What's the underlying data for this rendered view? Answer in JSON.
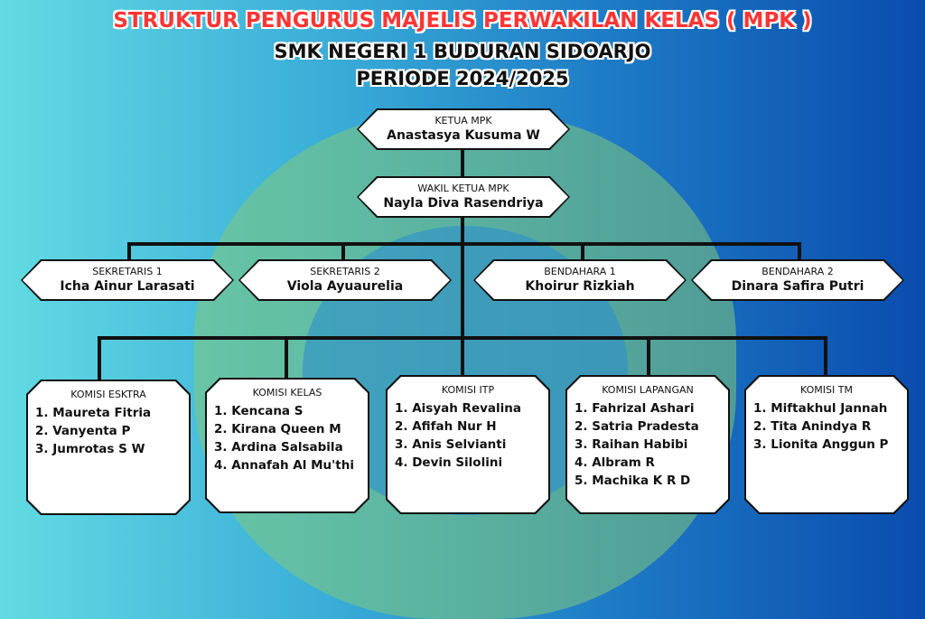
{
  "title": {
    "line1": "STRUKTUR PENGURUS MAJELIS PERWAKILAN KELAS ( MPK )",
    "line2": "SMK NEGERI 1 BUDURAN SIDOARJO",
    "line3": "PERIODE 2024/2025"
  },
  "ketua": {
    "role": "KETUA MPK",
    "name": "Anastasya Kusuma W"
  },
  "wakil": {
    "role": "WAKIL KETUA MPK",
    "name": "Nayla Diva Rasendriya"
  },
  "officers": [
    {
      "role": "SEKRETARIS 1",
      "name": "Icha Ainur Larasati"
    },
    {
      "role": "SEKRETARIS 2",
      "name": "Viola Ayuaurelia"
    },
    {
      "role": "BENDAHARA 1",
      "name": "Khoirur Rizkiah"
    },
    {
      "role": "BENDAHARA 2",
      "name": "Dinara Safira Putri"
    }
  ],
  "komisi": [
    {
      "title": "KOMISI ESKTRA",
      "members": [
        "1. Maureta Fitria",
        "2. Vanyenta P",
        "3. Jumrotas S W"
      ]
    },
    {
      "title": "KOMISI KELAS",
      "members": [
        "1. Kencana S",
        "2. Kirana Queen M",
        "3. Ardina Salsabila",
        "4. Annafah Al Mu'thi"
      ]
    },
    {
      "title": "KOMISI ITP",
      "members": [
        "1. Aisyah Revalina",
        "2. Afifah Nur H",
        "3. Anis Selvianti",
        "4. Devin Silolini"
      ]
    },
    {
      "title": "KOMISI LAPANGAN",
      "members": [
        "1. Fahrizal Ashari",
        "2. Satria Pradesta",
        "3. Raihan Habibi",
        "4. Albram R",
        "5. Machika K R D"
      ]
    },
    {
      "title": "KOMISI TM",
      "members": [
        "1. Miftakhul Jannah",
        "2. Tita Anindya R",
        "3. Lionita Anggun P"
      ]
    }
  ]
}
